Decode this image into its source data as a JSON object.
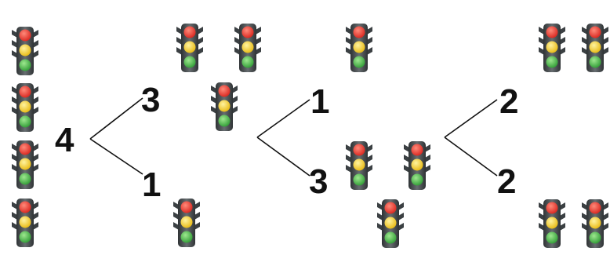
{
  "colors": {
    "red": "#e5322b",
    "yellow": "#f3c81f",
    "green": "#3fae3f",
    "housing": "#4a4f52",
    "text": "#111111"
  },
  "icon": "traffic-light-icon",
  "stages": [
    {
      "total": "4",
      "parts": [
        "3",
        "1"
      ]
    },
    {
      "total": "",
      "parts": [
        "1",
        "3"
      ]
    },
    {
      "total": "",
      "parts": [
        "2",
        "2"
      ]
    }
  ],
  "groups": [
    {
      "name": "group-4-total",
      "count": 4
    },
    {
      "name": "group-3-top",
      "count": 3
    },
    {
      "name": "group-1-bottom",
      "count": 1
    },
    {
      "name": "group-1-top",
      "count": 1
    },
    {
      "name": "group-3-bottom",
      "count": 3
    },
    {
      "name": "group-2-top",
      "count": 2
    },
    {
      "name": "group-2-bottom",
      "count": 2
    }
  ]
}
